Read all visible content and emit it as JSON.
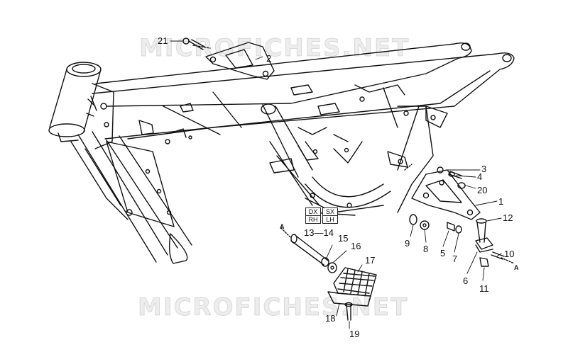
{
  "watermark": {
    "top": "MICROFICHES.NET",
    "bottom": "MICROFICHES.NET"
  },
  "side_markers": {
    "right": {
      "top": "DX",
      "bottom": "RH"
    },
    "left": {
      "top": "SX",
      "bottom": "LH"
    }
  },
  "arrow_markers": [
    "A",
    "A"
  ],
  "callouts": {
    "c21": "21",
    "c2": "2",
    "c3": "3",
    "c4": "4",
    "c20": "20",
    "c1": "1",
    "c12": "12",
    "c9": "9",
    "c8": "8",
    "c5": "5",
    "c7": "7",
    "c10": "10",
    "c6": "6",
    "c11": "11",
    "c13_14": "13—14",
    "c15": "15",
    "c16": "16",
    "c17": "17",
    "c18": "18",
    "c19": "19"
  }
}
